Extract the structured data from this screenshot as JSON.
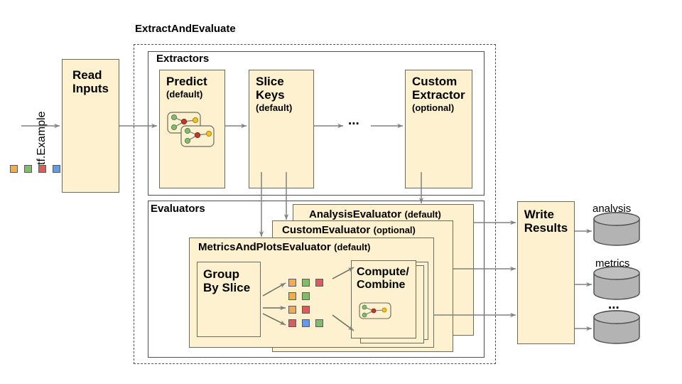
{
  "diagram": {
    "input_label": "tf.Example",
    "input_chips": [
      "#f0ad4e",
      "#83bb6d",
      "#dd5b5b",
      "#6699e8"
    ],
    "read_inputs": {
      "title": "Read\nInputs"
    },
    "outer": {
      "title": "ExtractAndEvaluate"
    },
    "extractors": {
      "title": "Extractors",
      "ellipsis": "...",
      "items": [
        {
          "name": "Predict",
          "qualifier": "(default)",
          "has_graph_icon": true
        },
        {
          "name": "Slice\nKeys",
          "qualifier": "(default)",
          "has_graph_icon": false
        },
        {
          "name": "Custom\nExtractor",
          "qualifier": "(optional)",
          "has_graph_icon": false
        }
      ]
    },
    "evaluators": {
      "title": "Evaluators",
      "stack": [
        {
          "name": "AnalysisEvaluator",
          "qualifier": "(default)"
        },
        {
          "name": "CustomEvaluator",
          "qualifier": "(optional)"
        },
        {
          "name": "MetricsAndPlotsEvaluator",
          "qualifier": "(default)"
        }
      ],
      "group_by_slice": {
        "title": "Group\nBy Slice"
      },
      "compute_combine": {
        "title": "Compute/\nCombine",
        "has_graph_icon": true
      },
      "slice_chip_rows": [
        [
          "#f0ad4e",
          "#83bb6d",
          "#dd5b5b"
        ],
        [
          "#f0ad4e",
          "#83bb6d"
        ],
        [
          "#f0ad4e",
          "#dd5b5b"
        ],
        [
          "#dd5b5b",
          "#6699e8",
          "#83bb6d"
        ]
      ]
    },
    "write_results": {
      "title": "Write\nResults"
    },
    "sinks": [
      {
        "label": "analysis"
      },
      {
        "label": "metrics"
      },
      {
        "label": "..."
      }
    ],
    "colors": {
      "box_fill": "#fdf1cf",
      "box_stroke": "#6b6b5a",
      "plain_stroke": "#4d4d4d",
      "arrow": "#808080",
      "cylinder_fill": "#b3b3b3",
      "cylinder_stroke": "#4d4d4d"
    }
  }
}
